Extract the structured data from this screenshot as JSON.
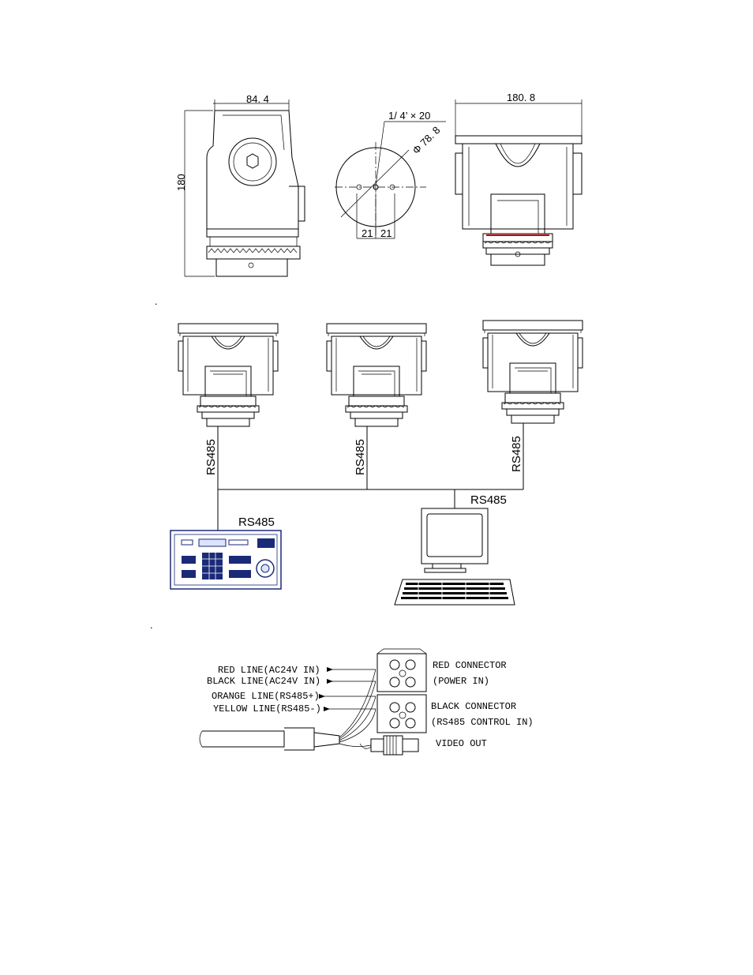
{
  "dimensions": {
    "width_top": "84. 4",
    "height_side": "180",
    "thread": "1/ 4’   × 20",
    "diameter": "Φ 78. 8",
    "spacing_left": "21",
    "spacing_right": "21",
    "width_front": "180. 8"
  },
  "network": {
    "bus_label_1": "RS485",
    "bus_label_2": "RS485",
    "bus_label_3": "RS485",
    "keyboard_label": "RS485",
    "pc_label": "RS485"
  },
  "wiring": {
    "red_line": "RED LINE(AC24V IN)",
    "black_line": "BLACK LINE(AC24V IN)",
    "orange_line": "ORANGE LINE(RS485+)",
    "yellow_line": "YELLOW LINE(RS485-)",
    "red_connector": "RED CONNECTOR",
    "power_in": "(POWER IN)",
    "black_connector": "BLACK CONNECTOR",
    "rs485_control": "(RS485 CONTROL IN)",
    "video_out": "VIDEO OUT"
  },
  "bullets": {
    "first": ".",
    "second": "."
  }
}
